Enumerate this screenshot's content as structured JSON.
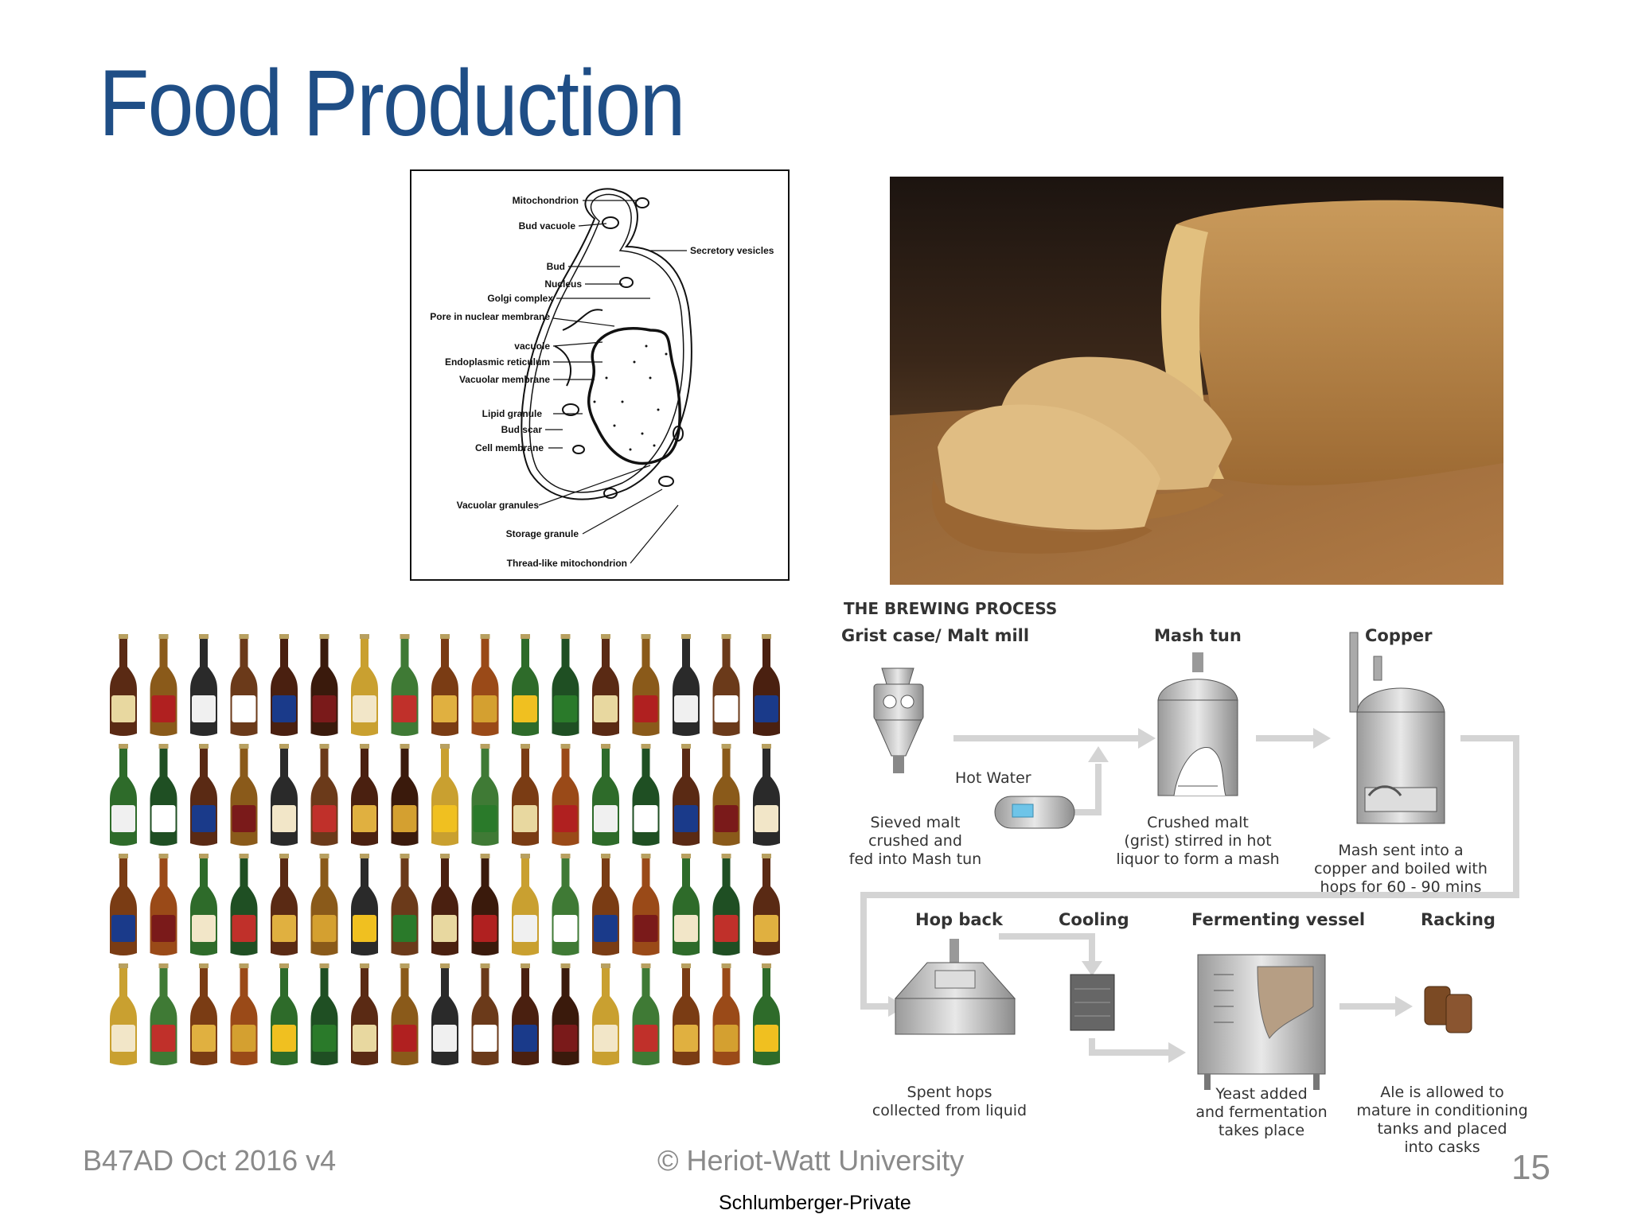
{
  "slide": {
    "title": "Food Production",
    "footer_left": "B47AD Oct 2016 v4",
    "footer_center": "© Heriot-Watt University",
    "page_number": "15",
    "classification": "Schlumberger-Private"
  },
  "yeast_diagram": {
    "labels": [
      "Mitochondrion",
      "Bud vacuole",
      "Secretory vesicles",
      "Bud",
      "Nucleus",
      "Golgi complex",
      "Pore in nuclear membrane",
      "vacuole",
      "Endoplasmic reticulum",
      "Vacuolar membrane",
      "Lipid granule",
      "Bud scar",
      "Cell membrane",
      "Vacuolar granules",
      "Storage granule",
      "Thread-like mitochondrion"
    ]
  },
  "brewing_process": {
    "heading": "THE BREWING PROCESS",
    "stage_grist": "Grist case/ Malt mill",
    "stage_mash": "Mash tun",
    "stage_copper": "Copper",
    "hot_water": "Hot Water",
    "desc_grist": [
      "Sieved malt",
      "crushed and",
      "fed into Mash tun"
    ],
    "desc_mash": [
      "Crushed malt",
      "(grist) stirred in hot",
      "liquor to form a mash"
    ],
    "desc_copper": [
      "Mash sent into a",
      "copper and boiled with",
      "hops for 60 - 90 mins"
    ],
    "stage_hop": "Hop back",
    "stage_cooling": "Cooling",
    "stage_ferment": "Fermenting vessel",
    "stage_racking": "Racking",
    "desc_hop": [
      "Spent hops",
      "collected from liquid"
    ],
    "desc_ferment": [
      "Yeast added",
      "and fermentation",
      "takes place"
    ],
    "desc_racking": [
      "Ale is allowed to",
      "mature in conditioning",
      "tanks and placed",
      "into casks"
    ]
  },
  "colors": {
    "title": "#1f4e86",
    "footer": "#8a8a8a"
  }
}
